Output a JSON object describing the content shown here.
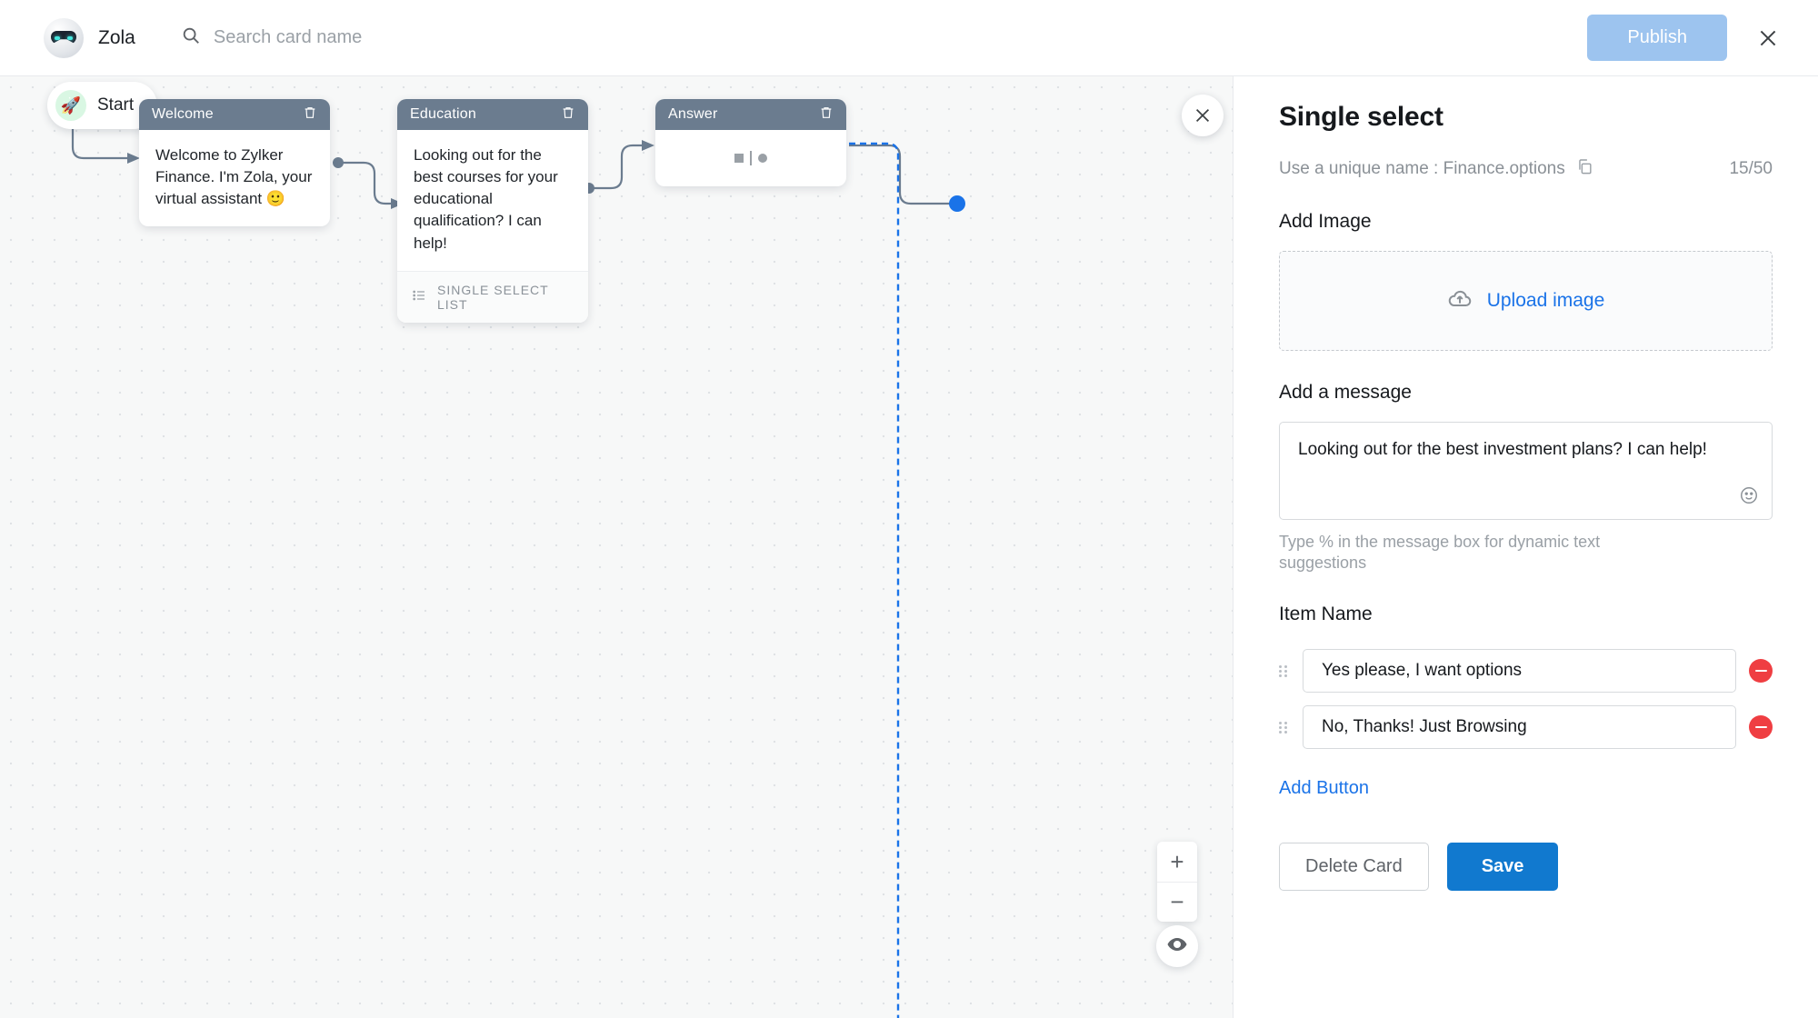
{
  "topbar": {
    "brand_name": "Zola",
    "avatar_icon": "robot-avatar-icon",
    "search_icon": "search-icon",
    "search_placeholder": "Search card name",
    "search_value": "",
    "publish_label": "Publish",
    "close_icon": "close-icon"
  },
  "canvas": {
    "start": {
      "label": "Start",
      "icon": "rocket-icon"
    },
    "close_icon": "close-icon",
    "zoom_in_label": "+",
    "zoom_out_label": "−",
    "preview_icon": "eye-icon",
    "cards": [
      {
        "title": "Welcome",
        "body": "Welcome to Zylker Finance. I'm Zola, your virtual assistant 🙂",
        "delete_icon": "trash-icon",
        "footer": null
      },
      {
        "title": "Education",
        "body": "Looking out for the best courses for your educational qualification? I can help!",
        "delete_icon": "trash-icon",
        "footer": "SINGLE SELECT LIST",
        "footer_icon": "list-icon"
      },
      {
        "title": "Answer",
        "body": "",
        "delete_icon": "trash-icon",
        "footer": null
      }
    ]
  },
  "panel": {
    "title": "Single select",
    "unique_name_text": "Use a unique name : Finance.options",
    "copy_icon": "copy-icon",
    "counter": "15/50",
    "add_image_label": "Add Image",
    "upload_label": "Upload image",
    "upload_icon": "cloud-upload-icon",
    "add_message_label": "Add a message",
    "message_value": "Looking out for the best investment plans? I can help!",
    "emoji_icon": "emoji-icon",
    "hint": "Type % in the message box for dynamic text suggestions",
    "item_name_label": "Item Name",
    "items": [
      {
        "value": "Yes please, I want options",
        "remove_icon": "remove-circle-icon",
        "drag_icon": "drag-handle-icon"
      },
      {
        "value": "No, Thanks! Just Browsing",
        "remove_icon": "remove-circle-icon",
        "drag_icon": "drag-handle-icon"
      }
    ],
    "add_button_label": "Add Button",
    "delete_card_label": "Delete Card",
    "save_label": "Save"
  },
  "colors": {
    "accent_blue": "#1a73e8",
    "save_blue": "#1179cf",
    "publish_disabled": "#9dc4ef",
    "card_header": "#6b7c8f",
    "remove_red": "#ef3e42",
    "canvas_bg": "#f7f8f8"
  }
}
